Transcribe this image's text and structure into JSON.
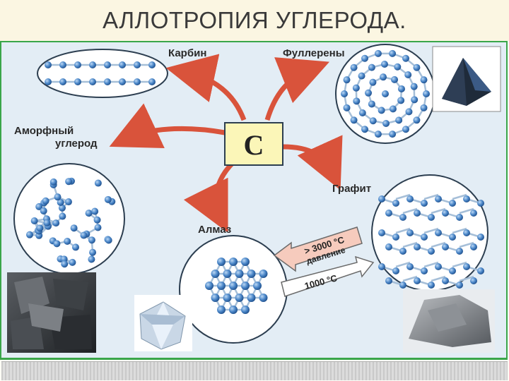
{
  "slide": {
    "title": "АЛЛОТРОПИЯ УГЛЕРОДА."
  },
  "diagram": {
    "center_element": "C",
    "labels": {
      "carbyne": "Карбин",
      "fullerenes": "Фуллерены",
      "amorphous_line1": "Аморфный",
      "amorphous_line2": "углерод",
      "graphite": "Графит",
      "diamond": "Алмаз"
    },
    "conditions": {
      "to_diamond_temp": "> 3000 °C",
      "to_diamond_pressure": "давление",
      "to_graphite_temp": "1000 °C"
    }
  },
  "colors": {
    "atom": "#4a86c8",
    "bond": "#a6bfd8",
    "arrow": "#d9533b",
    "center_box": "#fbf6b8",
    "frame_border": "#3aa64a"
  }
}
